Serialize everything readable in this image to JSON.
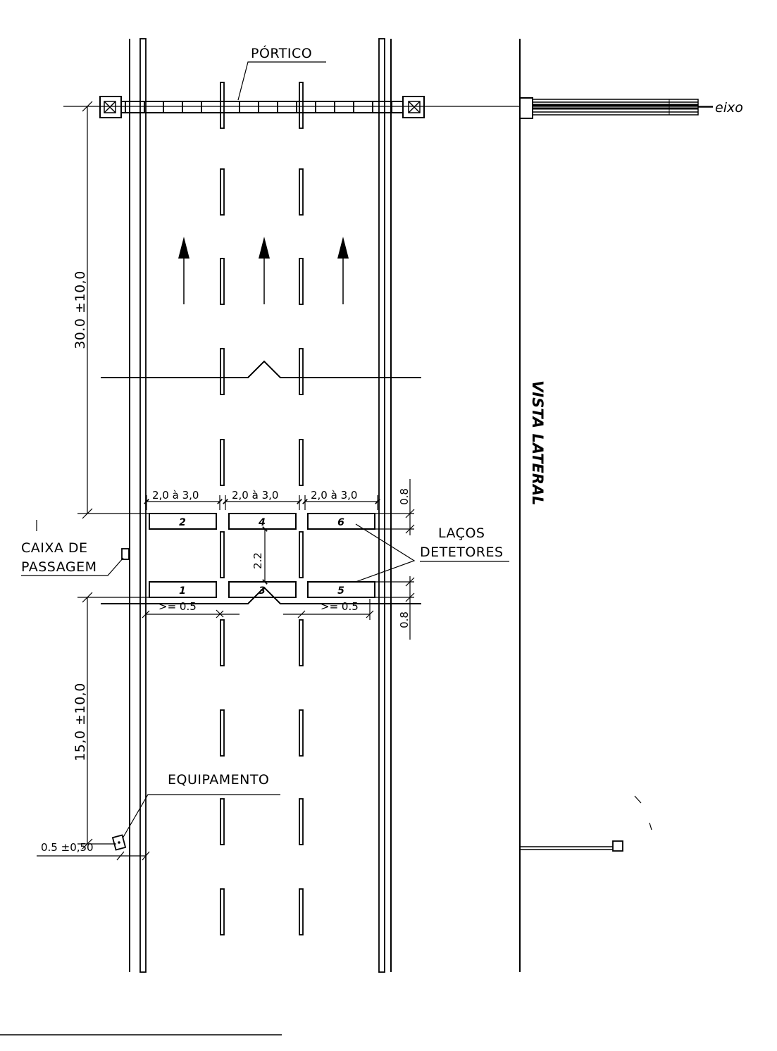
{
  "labels": {
    "portico": "PÓRTICO",
    "eixo": "eixo",
    "vista_lateral": "VISTA LATERAL",
    "lacos_1": "LAÇOS",
    "lacos_2": "DETETORES",
    "caixa_1": "CAIXA DE",
    "caixa_2": "PASSAGEM",
    "equipamento": "EQUIPAMENTO"
  },
  "dimensions": {
    "dist_top": "30.0 ±10,0",
    "dist_bottom": "15,0 ±10,0",
    "loop_length_1": "2,0 à 3,0",
    "loop_length_2": "2,0 à 3,0",
    "loop_length_3": "2,0 à 3,0",
    "loop_spacing": "2.2",
    "loop_width_top": "0.8",
    "loop_width_bottom": "0.8",
    "edge_left": ">= 0.5",
    "edge_right": ">= 0.5",
    "equip_offset": "0.5 ±0,50"
  },
  "loops": [
    {
      "id": "loop-1",
      "number": "1"
    },
    {
      "id": "loop-2",
      "number": "2"
    },
    {
      "id": "loop-3",
      "number": "3"
    },
    {
      "id": "loop-4",
      "number": "4"
    },
    {
      "id": "loop-5",
      "number": "5"
    },
    {
      "id": "loop-6",
      "number": "6"
    }
  ],
  "colors": {
    "ink": "#000000",
    "background": "#ffffff"
  }
}
